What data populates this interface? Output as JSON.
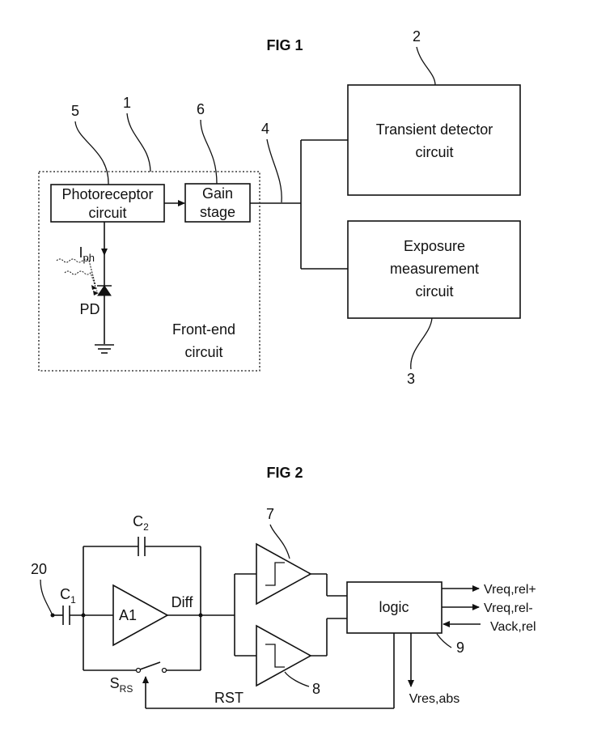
{
  "fig1": {
    "title": "FIG 1",
    "refs": {
      "r1": "1",
      "r2": "2",
      "r3": "3",
      "r4": "4",
      "r5": "5",
      "r6": "6"
    },
    "photoreceptor": [
      "Photoreceptor",
      "circuit"
    ],
    "gain": [
      "Gain",
      "stage"
    ],
    "transient": [
      "Transient detector",
      "circuit"
    ],
    "exposure": [
      "Exposure",
      "measurement",
      "circuit"
    ],
    "frontend": [
      "Front-end",
      "circuit"
    ],
    "iph": "I",
    "iph_sub": "ph",
    "pd": "PD"
  },
  "fig2": {
    "title": "FIG 2",
    "refs": {
      "r7": "7",
      "r8": "8",
      "r9": "9",
      "r20": "20"
    },
    "c1": "C",
    "c1_sub": "1",
    "c2": "C",
    "c2_sub": "2",
    "a1": "A1",
    "diff": "Diff",
    "srs": "S",
    "srs_sub": "RS",
    "rst": "RST",
    "logic": "logic",
    "vreq_plus": "Vreq,rel+",
    "vreq_minus": "Vreq,rel-",
    "vack": "Vack,rel",
    "vres": "Vres,abs"
  }
}
